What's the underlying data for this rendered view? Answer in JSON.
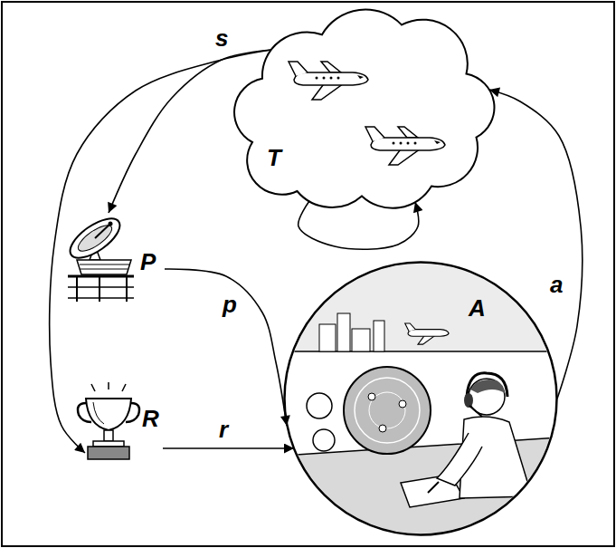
{
  "diagram": {
    "nodes": [
      {
        "text": [
          "T"
        ]
      },
      {
        "text": [
          "P"
        ]
      },
      {
        "text": [
          "R"
        ]
      },
      {
        "text": [
          "A"
        ]
      }
    ],
    "edges": [
      {
        "from": 0,
        "to": 1,
        "arrow": "to",
        "label": "s"
      },
      {
        "from": 0,
        "to": 2,
        "arrow": "to"
      },
      {
        "from": 1,
        "to": 3,
        "arrow": "to",
        "label": "p"
      },
      {
        "from": 2,
        "to": 3,
        "arrow": "to",
        "label": "r"
      },
      {
        "from": 3,
        "to": 0,
        "arrow": "to",
        "label": "a"
      },
      {
        "from": 0,
        "to": 0,
        "arrow": "to"
      }
    ]
  }
}
